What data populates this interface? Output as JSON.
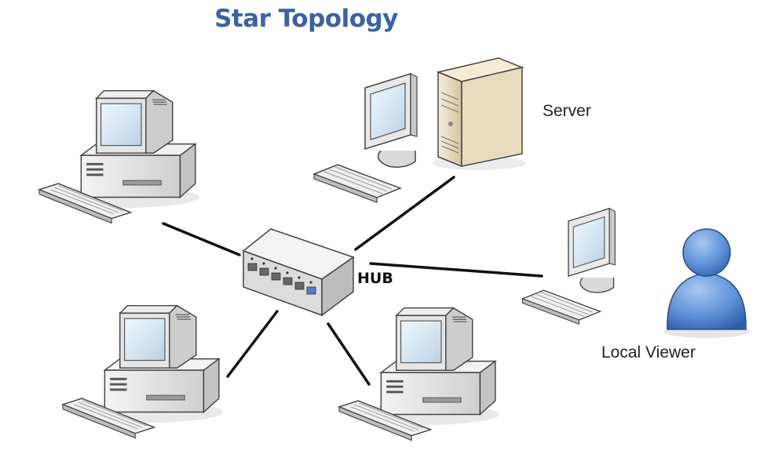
{
  "title": "Star Topology",
  "labels": {
    "server": "Server",
    "hub": "HUB",
    "local_viewer": "Local Viewer"
  },
  "icons": {
    "hub": "network-hub-icon",
    "server": "server-tower-icon",
    "workstation": "desktop-computer-icon",
    "user": "user-person-icon"
  },
  "colors": {
    "title": "#3a62a6",
    "link": "#111111",
    "person": "#5b8fd6",
    "server_case": "#e8dcc0"
  }
}
